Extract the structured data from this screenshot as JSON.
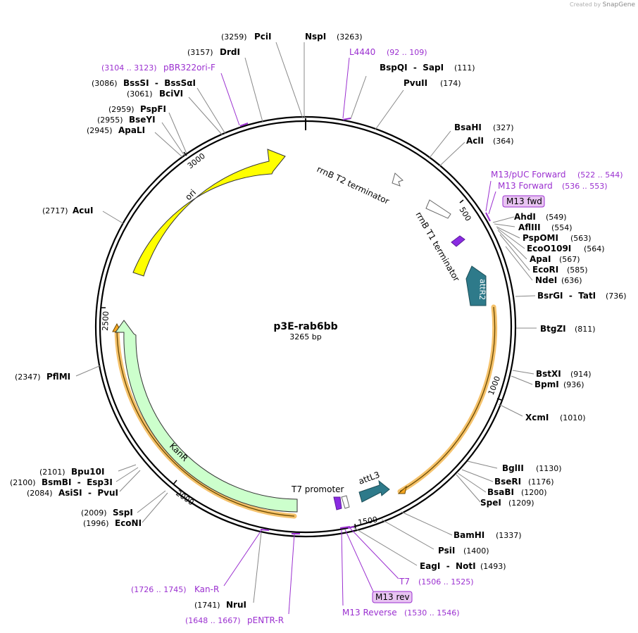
{
  "credit": {
    "created_by": "Created by",
    "brand": "SnapGene"
  },
  "plasmid": {
    "name": "p3E-rab6bb",
    "length": "3265 bp",
    "total_bp": 3265
  },
  "ticks": [
    "500",
    "1000",
    "1500",
    "2000",
    "2500",
    "3000"
  ],
  "features": [
    {
      "name": "ori",
      "color": "#ffff00"
    },
    {
      "name": "KanR",
      "color": "#ccffcc"
    },
    {
      "name": "attR2",
      "color": "#2e7a8a"
    },
    {
      "name": "attL3",
      "color": "#2e7a8a"
    },
    {
      "name": "rrnB T2 terminator",
      "color": "#ffffff"
    },
    {
      "name": "rrnB T1 terminator",
      "color": "#ffffff"
    },
    {
      "name": "T7 promoter",
      "color": "#8a2be2"
    }
  ],
  "enzymes": [
    {
      "name": "PciI",
      "pos": "(3259)"
    },
    {
      "name": "NspI",
      "pos": "(3263)"
    },
    {
      "name": "DrdI",
      "pos": "(3157)"
    },
    {
      "name": "BssSI  -  BssSαI",
      "pos": "(3086)"
    },
    {
      "name": "BciVI",
      "pos": "(3061)"
    },
    {
      "name": "PspFI",
      "pos": "(2959)"
    },
    {
      "name": "BseYI",
      "pos": "(2955)"
    },
    {
      "name": "ApaLI",
      "pos": "(2945)"
    },
    {
      "name": "AcuI",
      "pos": "(2717)"
    },
    {
      "name": "PflMI",
      "pos": "(2347)"
    },
    {
      "name": "Bpu10I",
      "pos": "(2101)"
    },
    {
      "name": "BsmBI  -  Esp3I",
      "pos": "(2100)"
    },
    {
      "name": "AsiSI  -  PvuI",
      "pos": "(2084)"
    },
    {
      "name": "SspI",
      "pos": "(2009)"
    },
    {
      "name": "EcoNI",
      "pos": "(1996)"
    },
    {
      "name": "NruI",
      "pos": "(1741)"
    },
    {
      "name": "BspQI  -  SapI",
      "pos": "(111)"
    },
    {
      "name": "PvuII",
      "pos": "(174)"
    },
    {
      "name": "BsaHI",
      "pos": "(327)"
    },
    {
      "name": "AclI",
      "pos": "(364)"
    },
    {
      "name": "AhdI",
      "pos": "(549)"
    },
    {
      "name": "AflIII",
      "pos": "(554)"
    },
    {
      "name": "PspOMI",
      "pos": "(563)"
    },
    {
      "name": "EcoO109I",
      "pos": "(564)"
    },
    {
      "name": "ApaI",
      "pos": "(567)"
    },
    {
      "name": "EcoRI",
      "pos": "(585)"
    },
    {
      "name": "NdeI",
      "pos": "(636)"
    },
    {
      "name": "BsrGI  -  TatI",
      "pos": "(736)"
    },
    {
      "name": "BtgZI",
      "pos": "(811)"
    },
    {
      "name": "BstXI",
      "pos": "(914)"
    },
    {
      "name": "BpmI",
      "pos": "(936)"
    },
    {
      "name": "XcmI",
      "pos": "(1010)"
    },
    {
      "name": "BglII",
      "pos": "(1130)"
    },
    {
      "name": "BseRI",
      "pos": "(1176)"
    },
    {
      "name": "BsaBI",
      "pos": "(1200)"
    },
    {
      "name": "SpeI",
      "pos": "(1209)"
    },
    {
      "name": "BamHI",
      "pos": "(1337)"
    },
    {
      "name": "PsiI",
      "pos": "(1400)"
    },
    {
      "name": "EagI  -  NotI",
      "pos": "(1493)"
    }
  ],
  "primers": [
    {
      "name": "L4440",
      "range": "(92 .. 109)"
    },
    {
      "name": "pBR322ori-F",
      "range": "(3104 .. 3123)"
    },
    {
      "name": "M13/pUC Forward",
      "range": "(522 .. 544)"
    },
    {
      "name": "M13 Forward",
      "range": "(536 .. 553)"
    },
    {
      "name": "M13 fwd",
      "range": ""
    },
    {
      "name": "T7",
      "range": "(1506 .. 1525)"
    },
    {
      "name": "M13 rev",
      "range": ""
    },
    {
      "name": "M13 Reverse",
      "range": "(1530 .. 1546)"
    },
    {
      "name": "Kan-R",
      "range": "(1726 .. 1745)"
    },
    {
      "name": "pENTR-R",
      "range": "(1648 .. 1667)"
    }
  ]
}
